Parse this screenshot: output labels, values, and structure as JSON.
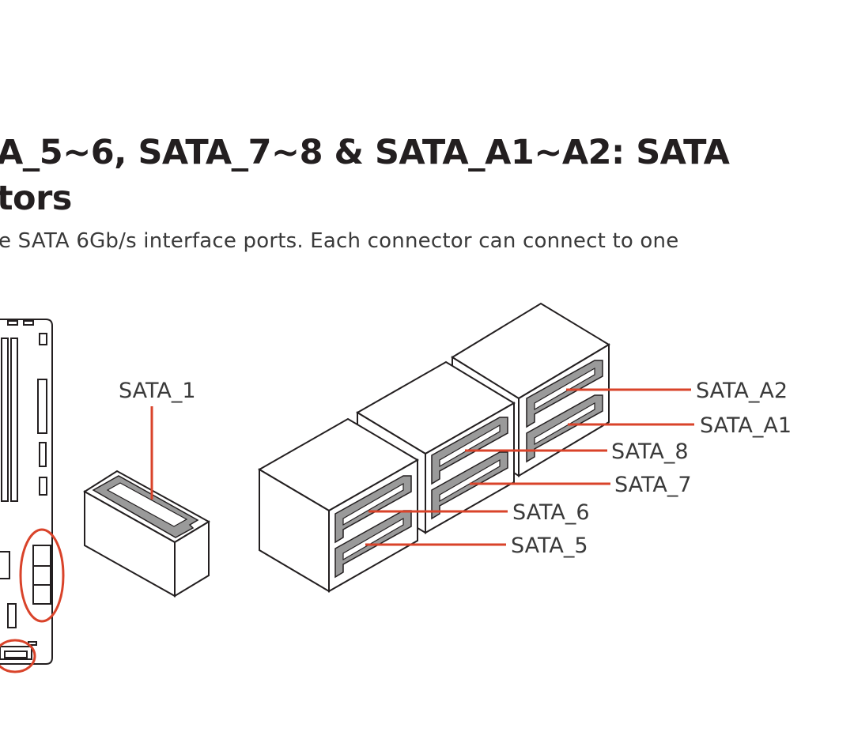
{
  "heading": {
    "line1": "A_5~6, SATA_7~8 & SATA_A1~A2: SATA",
    "line2": "tors"
  },
  "description": "e SATA 6Gb/s interface ports. Each connector can connect to one",
  "labels": {
    "sata_1": "SATA_1",
    "sata_a2": "SATA_A2",
    "sata_a1": "SATA_A1",
    "sata_8": "SATA_8",
    "sata_7": "SATA_7",
    "sata_6": "SATA_6",
    "sata_5": "SATA_5"
  },
  "colors": {
    "accent": "#d9432a",
    "line": "#231f20",
    "port": "#9a9a9a",
    "text": "#3a3a3a"
  }
}
